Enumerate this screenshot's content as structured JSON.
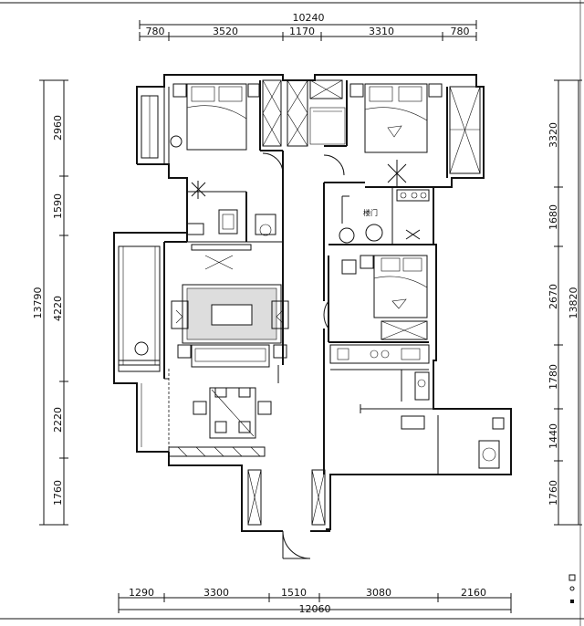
{
  "dimensions": {
    "top_total": "10240",
    "top_segments": [
      "780",
      "3520",
      "1170",
      "3310",
      "780"
    ],
    "bottom_total": "12060",
    "bottom_segments": [
      "1290",
      "3300",
      "1510",
      "3080",
      "2160"
    ],
    "left_total": "13790",
    "left_segments": [
      "2960",
      "1590",
      "4220",
      "2220",
      "1760"
    ],
    "right_total": "13820",
    "right_segments": [
      "3320",
      "1680",
      "2670",
      "1780",
      "1440",
      "1760"
    ]
  },
  "labels": {
    "door_tag": "楼门"
  }
}
